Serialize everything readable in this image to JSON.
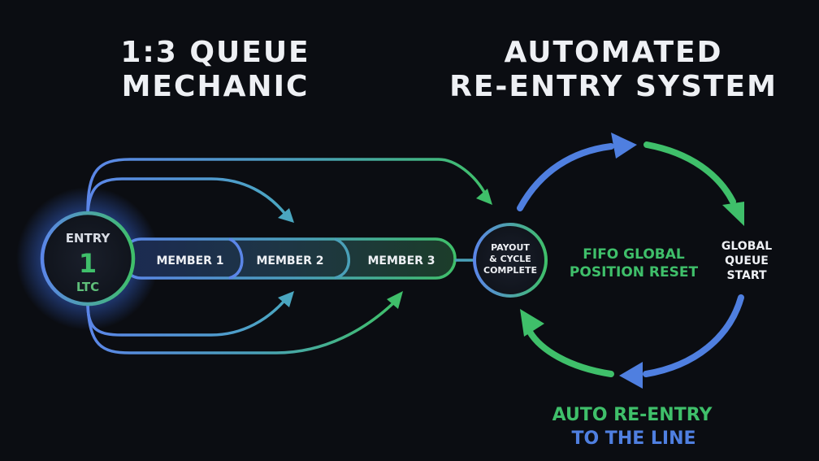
{
  "titles": {
    "left": [
      "1:3 QUEUE",
      "MECHANIC"
    ],
    "right": [
      "AUTOMATED",
      "RE-ENTRY SYSTEM"
    ]
  },
  "entry": {
    "label": "ENTRY",
    "amount": "1",
    "currency": "LTC"
  },
  "members": [
    "MEMBER 1",
    "MEMBER 2",
    "MEMBER 3"
  ],
  "payout": [
    "PAYOUT",
    "& CYCLE",
    "COMPLETE"
  ],
  "cycle": {
    "center_label": [
      "FIFO GLOBAL",
      "POSITION RESET"
    ],
    "right_label": [
      "GLOBAL",
      "QUEUE",
      "START"
    ],
    "bottom_label": [
      "AUTO RE-ENTRY",
      "TO THE LINE"
    ]
  },
  "colors": {
    "background": "#0b0d12",
    "blue": "#4f7fe0",
    "teal": "#4aa0b8",
    "green": "#3fbf6a",
    "text": "#eef0f4"
  }
}
